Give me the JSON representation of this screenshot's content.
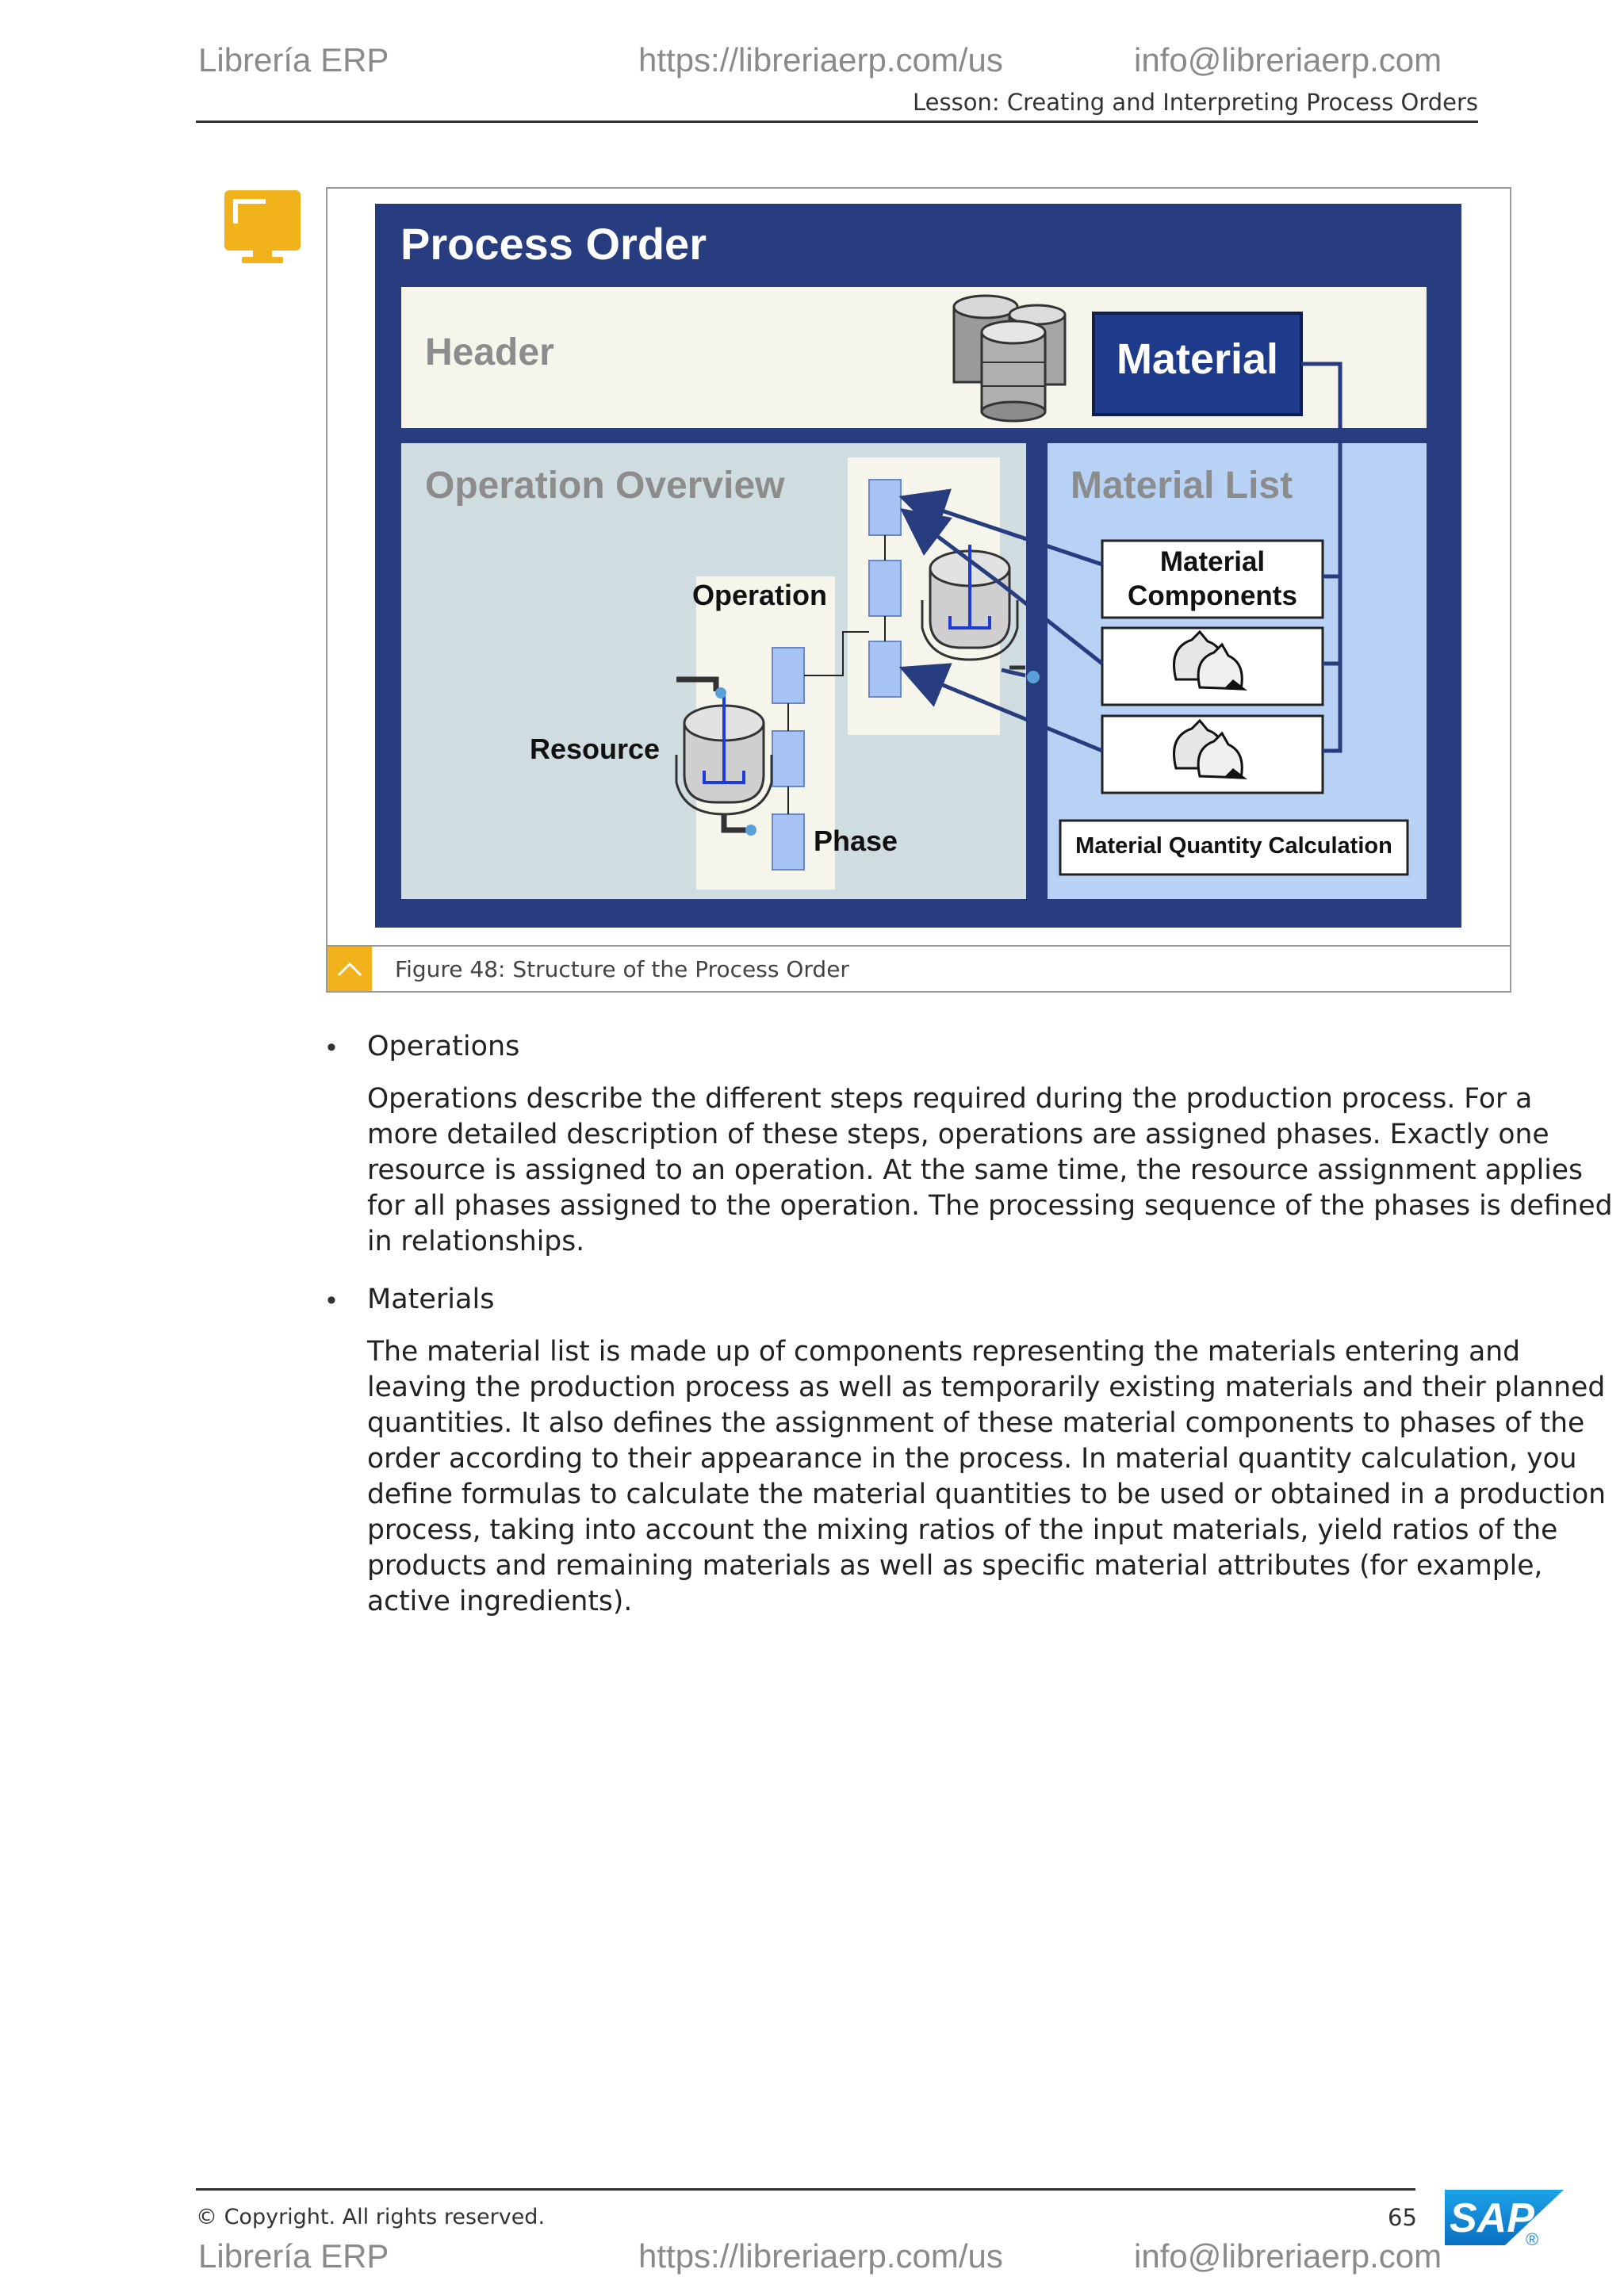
{
  "header": {
    "brand": "Librería ERP",
    "url": "https://libreriaerp.com/us",
    "email": "info@libreriaerp.com",
    "lesson": "Lesson: Creating and Interpreting Process Orders"
  },
  "figure": {
    "title": "Process Order",
    "header_label": "Header",
    "material_label": "Material",
    "operation_overview_label": "Operation Overview",
    "material_list_label": "Material List",
    "material_components_line1": "Material",
    "material_components_line2": "Components",
    "operation_label": "Operation",
    "resource_label": "Resource",
    "phase_label": "Phase",
    "quantity_calc_label": "Material Quantity Calculation",
    "caption": "Figure 48: Structure of the Process Order",
    "colors": {
      "dark_blue": "#283c80",
      "light_blue": "#b8d2f6",
      "grey_blue": "#cfdde0",
      "cream": "#f5f5ec",
      "accent_orange": "#f2b21c"
    }
  },
  "body": {
    "items": [
      {
        "title": "Operations",
        "lines": [
          "Operations describe the different steps required during the production process. For a",
          "more detailed description of these steps, operations are assigned phases. Exactly one",
          "resource is assigned to an operation. At the same time, the resource assignment applies",
          "for all phases assigned to the operation. The processing sequence of the phases is defined",
          "in relationships."
        ]
      },
      {
        "title": "Materials",
        "lines": [
          "The material list is made up of components representing the materials entering and",
          "leaving the production process as well as temporarily existing materials and their planned",
          "quantities. It also defines the assignment of these material components to phases of the",
          "order according to their appearance in the process. In material quantity calculation, you",
          "define formulas to calculate the material quantities to be used or obtained in a production",
          "process, taking into account the mixing ratios of the input materials, yield ratios of the",
          "products and remaining materials as well as specific material attributes (for example,",
          "active ingredients)."
        ]
      }
    ]
  },
  "footer": {
    "copyright": "© Copyright. All rights reserved.",
    "page_number": "65",
    "logo_text": "SAP",
    "registered_mark": "®",
    "brand": "Librería ERP",
    "url": "https://libreriaerp.com/us",
    "email": "info@libreriaerp.com"
  }
}
